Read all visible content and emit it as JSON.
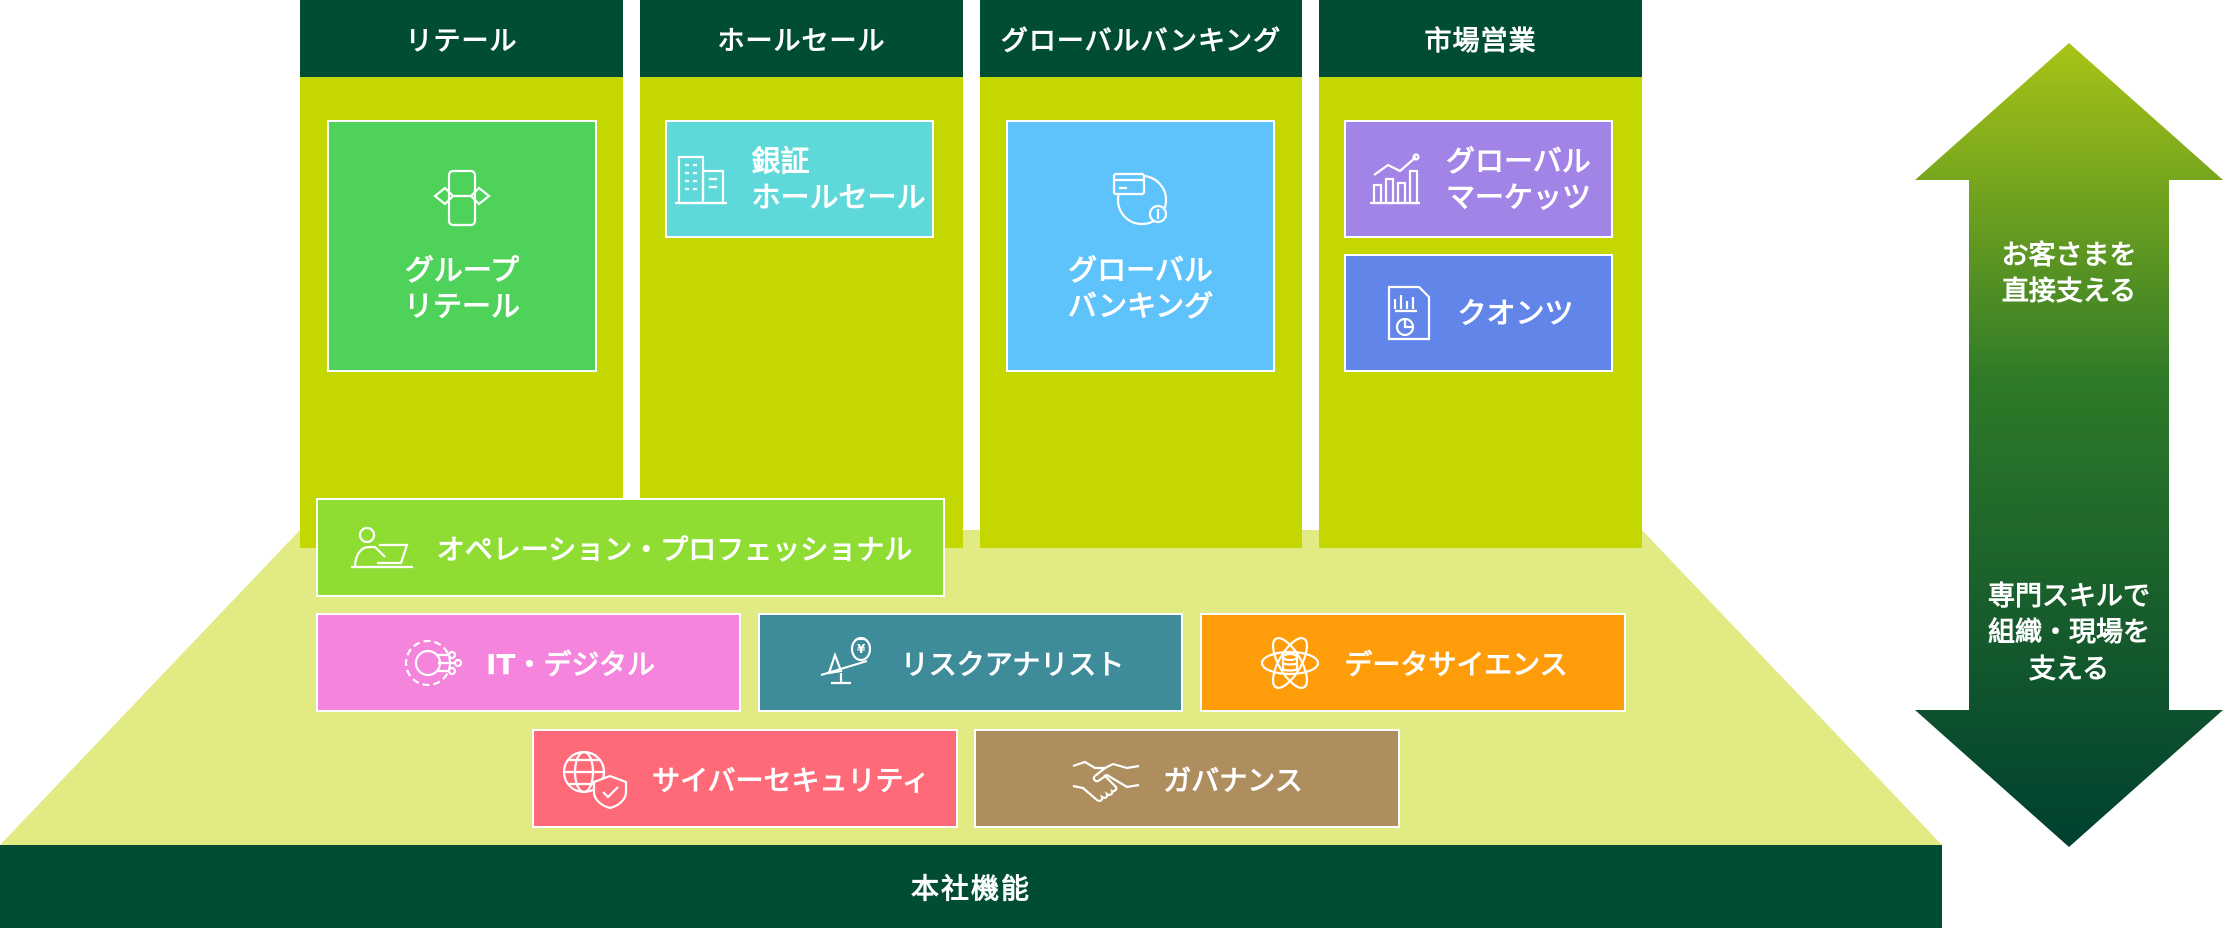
{
  "columns": [
    {
      "header": "リテール"
    },
    {
      "header": "ホールセール"
    },
    {
      "header": "グローバルバンキング"
    },
    {
      "header": "市場営業"
    }
  ],
  "units": {
    "group_retail": "グループ\nリテール",
    "securities_wholesale": "銀証\nホールセール",
    "global_banking": "グローバル\nバンキング",
    "global_markets": "グローバル\nマーケッツ",
    "quants": "クオンツ"
  },
  "functions": {
    "operations": "オペレーション・プロフェッショナル",
    "it_digital": "IT・デジタル",
    "risk_analyst": "リスクアナリスト",
    "data_science": "データサイエンス",
    "cyber_security": "サイバーセキュリティ",
    "governance": "ガバナンス"
  },
  "base": {
    "label": "本社機能"
  },
  "arrow": {
    "top_text": "お客さまを\n直接支える",
    "bottom_text": "専門スキルで\n組織・現場を\n支える"
  },
  "colors": {
    "dark_green": "#004d33",
    "column_lime": "#c4d700",
    "platform": "#e2ea83",
    "group_retail": "#4fd25a",
    "securities_wholesale": "#5ed8d8",
    "global_banking": "#5fc3fb",
    "global_markets": "#a283e6",
    "quants": "#6185e8",
    "operations": "#8fdc33",
    "it_digital": "#f585dc",
    "risk_analyst": "#3e8b99",
    "data_science": "#ff9c0a",
    "cyber_security": "#ff6a78",
    "governance": "#ae8e5e"
  },
  "icons": {
    "group_retail": "handshake-phone-icon",
    "securities_wholesale": "office-building-icon",
    "global_banking": "globe-card-icon",
    "global_markets": "bar-chart-trend-icon",
    "quants": "report-chart-icon",
    "operations": "person-laptop-icon",
    "it_digital": "circuit-gear-icon",
    "risk_analyst": "balance-scale-icon",
    "data_science": "atom-database-icon",
    "cyber_security": "globe-shield-icon",
    "governance": "handshake-icon"
  }
}
